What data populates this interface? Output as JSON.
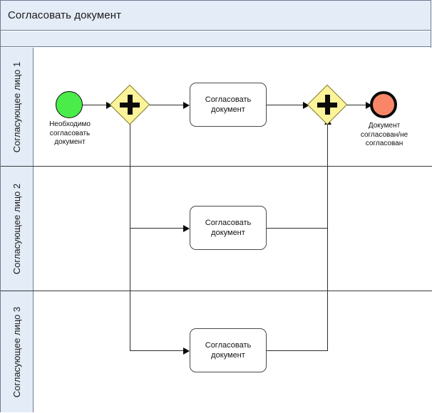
{
  "diagram": {
    "type": "bpmn-collaboration-diagram",
    "pool_title": "Согласовать документ",
    "colors": {
      "lane_header_fill": "#e3ecf7",
      "pool_border": "#6f7b91",
      "start_event_fill": "#4aec4a",
      "end_event_fill": "#fa8668",
      "gateway_fill": "#fcf39a",
      "gateway_border": "#7d7a2c",
      "task_fill": "#ffffff",
      "task_border": "#4a4a4a",
      "connector": "#2b2b2b"
    }
  },
  "lanes": [
    {
      "id": "lane1",
      "label": "Согласующее\nлицо 1"
    },
    {
      "id": "lane2",
      "label": "Согласующее\nлицо 2"
    },
    {
      "id": "lane3",
      "label": "Согласующее\nлицо 3"
    }
  ],
  "elements": {
    "start_event": {
      "kind": "start-event",
      "label": "Необходимо\nсогласовать\nдокумент"
    },
    "split_gateway": {
      "kind": "parallel-gateway",
      "label": ""
    },
    "task_lane1": {
      "kind": "task",
      "label": "Согласовать\nдокумент"
    },
    "task_lane2": {
      "kind": "task",
      "label": "Согласовать\nдокумент"
    },
    "task_lane3": {
      "kind": "task",
      "label": "Согласовать\nдокумент"
    },
    "join_gateway": {
      "kind": "parallel-gateway",
      "label": ""
    },
    "end_event": {
      "kind": "end-event",
      "label": "Документ\nсогласован/не\nсогласован"
    }
  }
}
